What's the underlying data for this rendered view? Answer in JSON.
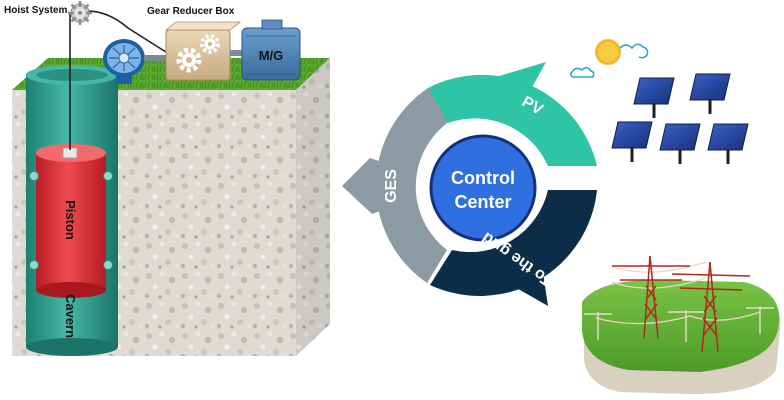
{
  "labels": {
    "hoist_system": "Hoist System",
    "gear_reducer_box": "Gear Reducer Box",
    "mg": "M/G",
    "piston": "Piston",
    "cavern": "Cavern"
  },
  "cycle": {
    "center": "Control Center",
    "center_line1": "Control",
    "center_line2": "Center",
    "pv": "PV",
    "ges": "GES",
    "grid": "To the grid"
  },
  "colors": {
    "pv_arrow": "#2ec4a6",
    "grid_arrow": "#0c2d48",
    "ges_arrow": "#8c9ba3",
    "center_fill": "#2f6fe0",
    "cavern_fill": "#2fa393",
    "piston_fill": "#e5333b",
    "grass": "#5aa82e",
    "soil": "#dedbd5",
    "mg_box": "#4a7fb3"
  },
  "icons": [
    "sun-icon",
    "cloud-icon",
    "solar-panel-icon",
    "transmission-tower-icon",
    "gear-icon",
    "turbine-icon"
  ]
}
